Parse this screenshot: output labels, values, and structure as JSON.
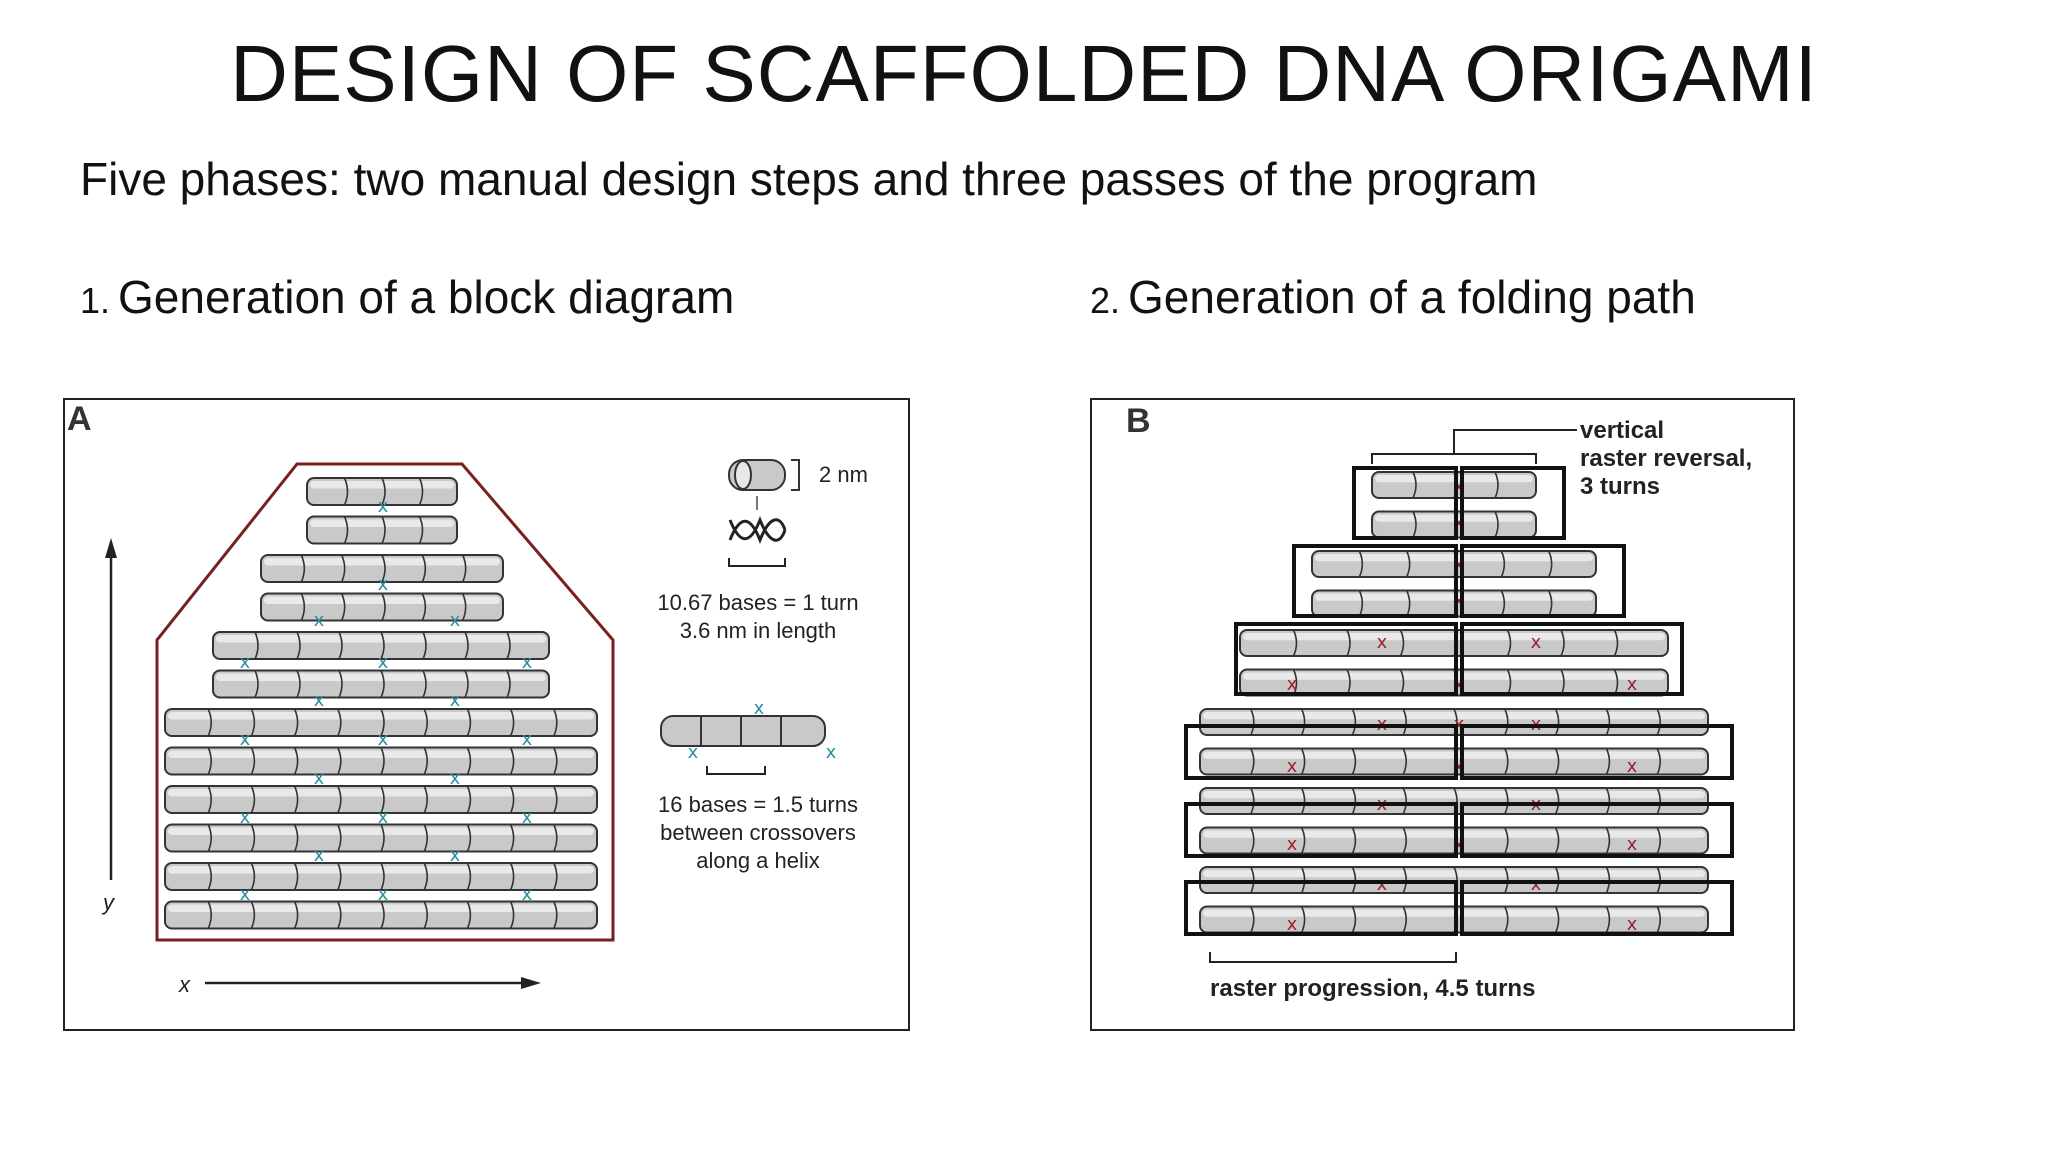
{
  "title": "DESIGN OF SCAFFOLDED DNA ORIGAMI",
  "subtitle": "Five phases: two manual design steps and three passes of the program",
  "steps": [
    {
      "number": "1.",
      "label": "Generation of a block diagram"
    },
    {
      "number": "2.",
      "label": "Generation of a folding path"
    }
  ],
  "panel_a": {
    "label": "A",
    "axis_y": "y",
    "axis_x": "x",
    "scale_label": "2 nm",
    "turn_line1": "10.67 bases = 1 turn",
    "turn_line2": "3.6 nm in length",
    "crossover_line1": "16 bases = 1.5 turns",
    "crossover_line2": "between crossovers",
    "crossover_line3": "along a helix"
  },
  "panel_b": {
    "label": "B",
    "reversal_line1": "vertical",
    "reversal_line2": "raster reversal,",
    "reversal_line3": "3 turns",
    "progression": "raster progression, 4.5 turns"
  },
  "colors": {
    "outline": "#7a1f1f",
    "helix_fill": "#c9c9c9",
    "crossover_blue": "#2a8fa0",
    "crossover_red": "#a01f2a"
  }
}
